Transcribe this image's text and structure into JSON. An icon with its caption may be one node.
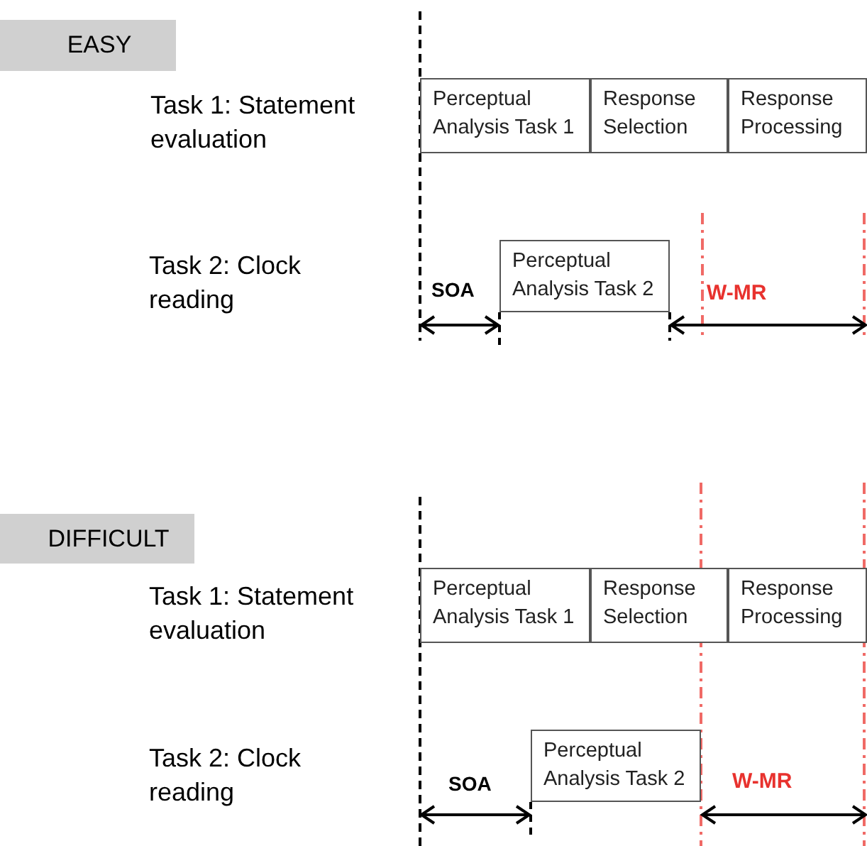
{
  "diagram": {
    "nodes": [
      {
        "text": [
          "EASY"
        ]
      },
      {
        "text": [
          "Perceptual Analysis Task 1"
        ]
      },
      {
        "text": [
          "Response Selection"
        ]
      },
      {
        "text": [
          "Response Processing"
        ]
      },
      {
        "text": [
          "Perceptual Analysis Task 2"
        ]
      },
      {
        "text": [
          "DIFFICULT"
        ]
      },
      {
        "text": [
          "Perceptual Analysis Task 1"
        ]
      },
      {
        "text": [
          "Response Selection"
        ]
      },
      {
        "text": [
          "Response Processing"
        ]
      },
      {
        "text": [
          "Perceptual Analysis Task 2"
        ]
      }
    ],
    "edges": [],
    "labels": [
      "Task 1:  Statement evaluation",
      "Task 2:  Clock reading",
      "SOA",
      "W-MR",
      "Task 1:  Statement evaluation",
      "Task 2:  Clock reading",
      "SOA",
      "W-MR"
    ]
  }
}
